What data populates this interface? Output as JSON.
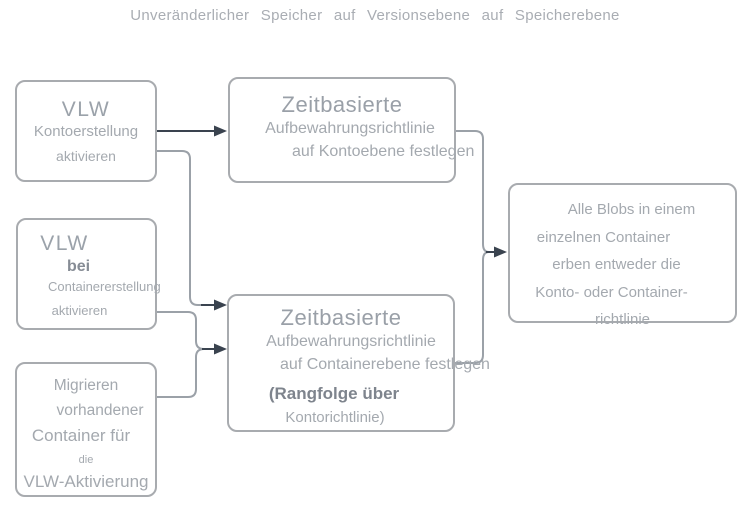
{
  "title": "Unveränderlicher Speicher auf Versionsebene auf Speicherebene",
  "colors": {
    "box_border": "#a8abaf",
    "text": "#a4a9af",
    "text_bold": "#7e848d",
    "connector_line": "#9ba1a8",
    "arrow": "#3a434f",
    "background": "#ffffff"
  },
  "nodes": {
    "enable_account": {
      "lines": [
        "VLW",
        "Kontoerstellung",
        "aktivieren"
      ]
    },
    "enable_container": {
      "lines": [
        "VLW",
        "bei",
        "Containererstellung",
        "aktivieren"
      ]
    },
    "migrate": {
      "lines": [
        "Migrieren",
        "vorhandener",
        "Container für",
        "die",
        "VLW-Aktivierung"
      ]
    },
    "account_policy": {
      "lines": [
        "Zeitbasierte",
        "Aufbewahrungsrichtlinie",
        "auf Kontoebene festlegen"
      ]
    },
    "container_policy": {
      "lines": [
        "Zeitbasierte",
        "Aufbewahrungsrichtlinie",
        "auf Containerebene festlegen",
        "(Rangfolge über",
        "Kontorichtlinie)"
      ]
    },
    "inherit": {
      "lines": [
        "Alle Blobs in einem",
        "einzelnen Container",
        "erben entweder die",
        "Konto- oder Container-",
        "richtlinie"
      ]
    }
  }
}
